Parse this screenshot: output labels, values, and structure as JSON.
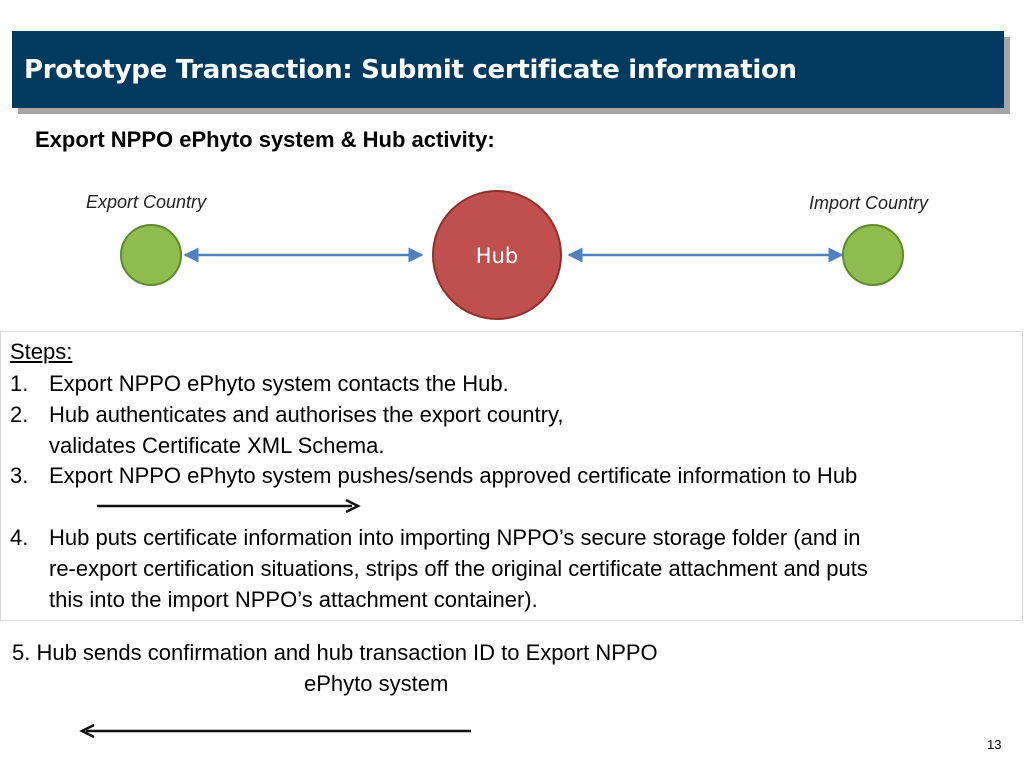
{
  "slide": {
    "title": "Prototype Transaction: Submit certificate information",
    "subtitle": "Export NPPO ePhyto system & Hub activity:",
    "page_number": "13"
  },
  "diagram": {
    "export_label": "Export Country",
    "import_label": "Import Country",
    "hub_label": "Hub",
    "colors": {
      "country_node_fill": "#8fbc4f",
      "country_node_stroke": "#5e8a2e",
      "hub_fill": "#c0504d",
      "hub_stroke": "#8c2f2d",
      "connector": "#4f81bd",
      "title_bar": "#003a5e"
    }
  },
  "steps": {
    "heading": "Steps:",
    "items": [
      {
        "num": "1.",
        "lines": [
          "Export NPPO ePhyto system contacts the Hub."
        ]
      },
      {
        "num": "2.",
        "lines": [
          "Hub authenticates and authorises the export country,",
          "validates Certificate XML Schema."
        ]
      },
      {
        "num": "3.",
        "lines": [
          "Export NPPO ePhyto system pushes/sends approved certificate information to Hub"
        ]
      },
      {
        "num": "4.",
        "lines": [
          "Hub puts certificate information into importing NPPO’s secure storage folder (and in",
          "re-export certification situations, strips off the original certificate attachment and puts",
          "this into the import NPPO’s attachment container)."
        ]
      }
    ],
    "step5_line1": "5. Hub sends confirmation and hub transaction ID to Export NPPO",
    "step5_line2": "ePhyto system"
  }
}
